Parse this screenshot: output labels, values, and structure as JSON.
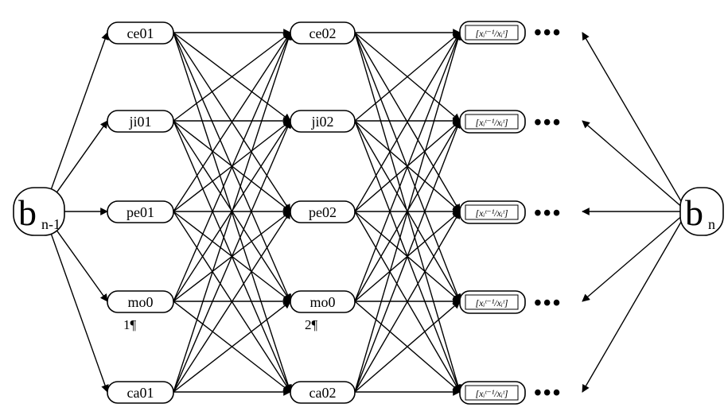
{
  "diagram": {
    "left_terminal": {
      "letter": "b",
      "sub": "n-1"
    },
    "right_terminal": {
      "letter": "b",
      "sub": "n"
    },
    "col1": [
      "ce01",
      "ji01",
      "pe01",
      "mo0",
      "ca01"
    ],
    "col2": [
      "ce02",
      "ji02",
      "pe02",
      "mo0",
      "ca02"
    ],
    "col1_note": "1¶",
    "col2_note": "2¶",
    "col3_label": "[x_i^{t-1} / x_i^t]",
    "col3_display": "[xᵢᵗ⁻¹/xᵢᵗ]",
    "ellipsis": "•••"
  }
}
